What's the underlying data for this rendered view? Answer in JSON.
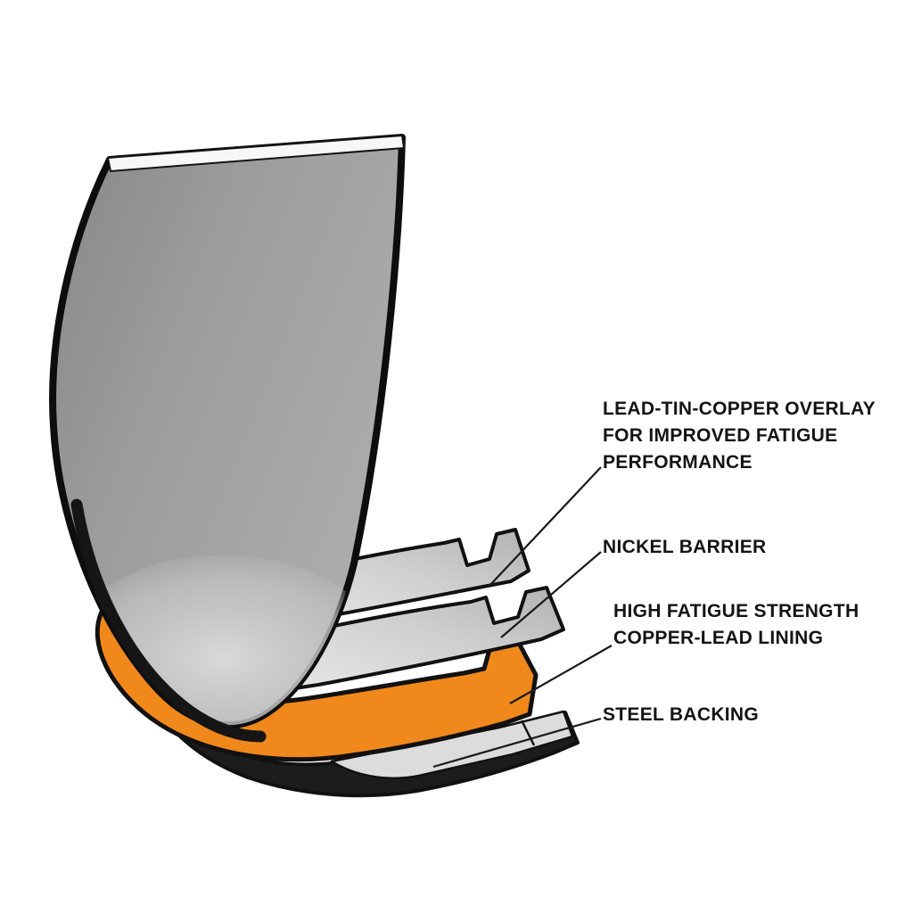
{
  "diagram": {
    "subject": "engine-bearing-layer-cutaway",
    "labels": {
      "overlay": {
        "lines": [
          "LEAD-TIN-COPPER OVERLAY",
          "FOR IMPROVED FATIGUE",
          "PERFORMANCE"
        ]
      },
      "nickel": {
        "lines": [
          "NICKEL BARRIER"
        ]
      },
      "copper_lead": {
        "lines": [
          "HIGH FATIGUE STRENGTH",
          "COPPER-LEAD LINING"
        ]
      },
      "steel": {
        "lines": [
          "STEEL BACKING"
        ]
      }
    },
    "colors": {
      "copper_lead_lining": "#F0881C",
      "shell_gray": "#9B9B9B",
      "flange_gray": "#D9D9D9",
      "steel_dark": "#1C1C1C",
      "outline": "#111111",
      "text": "#141414",
      "background": "#FFFFFF"
    }
  }
}
